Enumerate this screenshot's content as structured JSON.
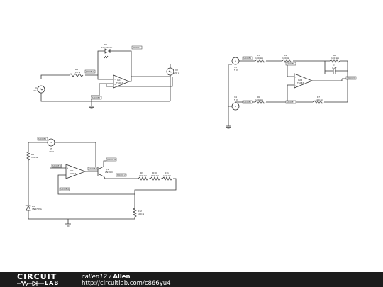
{
  "circuit1": {
    "led_name": "D1",
    "led_part": "LTL-307EE",
    "r_name": "R1",
    "r_value": "20 Ω",
    "opamp_name": "OA1",
    "opamp_part": "TL082",
    "vs_left_name": "V1",
    "vs_left_value": "20 V",
    "vs_right_name": "V2",
    "vs_right_value": "20 V",
    "node_out": "$NODE1",
    "node_in": "$NODE2",
    "node_fb": "$NODE3"
  },
  "circuit2": {
    "v_top_name": "V3",
    "v_top_value": "5 V",
    "v_bot_name": "V4",
    "v_bot_value": "5 V",
    "r3_name": "R3",
    "r3_value": "100 kΩ",
    "r4_name": "R4",
    "r4_value": "100 Ω",
    "r5_name": "R5",
    "r5_value": "100 kΩ",
    "r6_name": "R6",
    "r6_value": "100 kΩ",
    "r7_name": "R7",
    "r7_value": "100 kΩ",
    "c_name": "C1",
    "c_value": "1 µF",
    "opamp_name": "OA2",
    "opamp_part": "TL082",
    "node_a": "$NODE4",
    "node_b": "$NODE5",
    "node_c": "$NODE6",
    "node_d": "$NODE7",
    "node_e": "$NODE8"
  },
  "circuit3": {
    "node_top": "$NODE9",
    "v_name": "V5",
    "v_value": "20 V",
    "r_left_name": "R8",
    "r_left_value": "100 Ω",
    "node_in": "$NODE10",
    "opamp_name": "OA3",
    "opamp_part": "TL082",
    "node_out": "$NODE11",
    "node_tr": "$NODE12",
    "q_name": "Q1",
    "q_part": "2N3904",
    "node_e": "$NODE13",
    "node_fb": "$NODE14",
    "r9_name": "R9",
    "r9_value": "100 kΩ",
    "r10_name": "R10",
    "r10_value": "100 kΩ",
    "r11_name": "R11",
    "r11_value": "100 kΩ",
    "r12_name": "R12",
    "r12_value": "100 Ω",
    "diode_name": "D2",
    "diode_part": "1N4733A"
  },
  "footer": {
    "logo_text": "CIRCUIT",
    "logo_sub": "LAB",
    "author": "callen12",
    "separator": "/",
    "project": "Allen",
    "url": "http://circuitlab.com/c866yu4"
  }
}
